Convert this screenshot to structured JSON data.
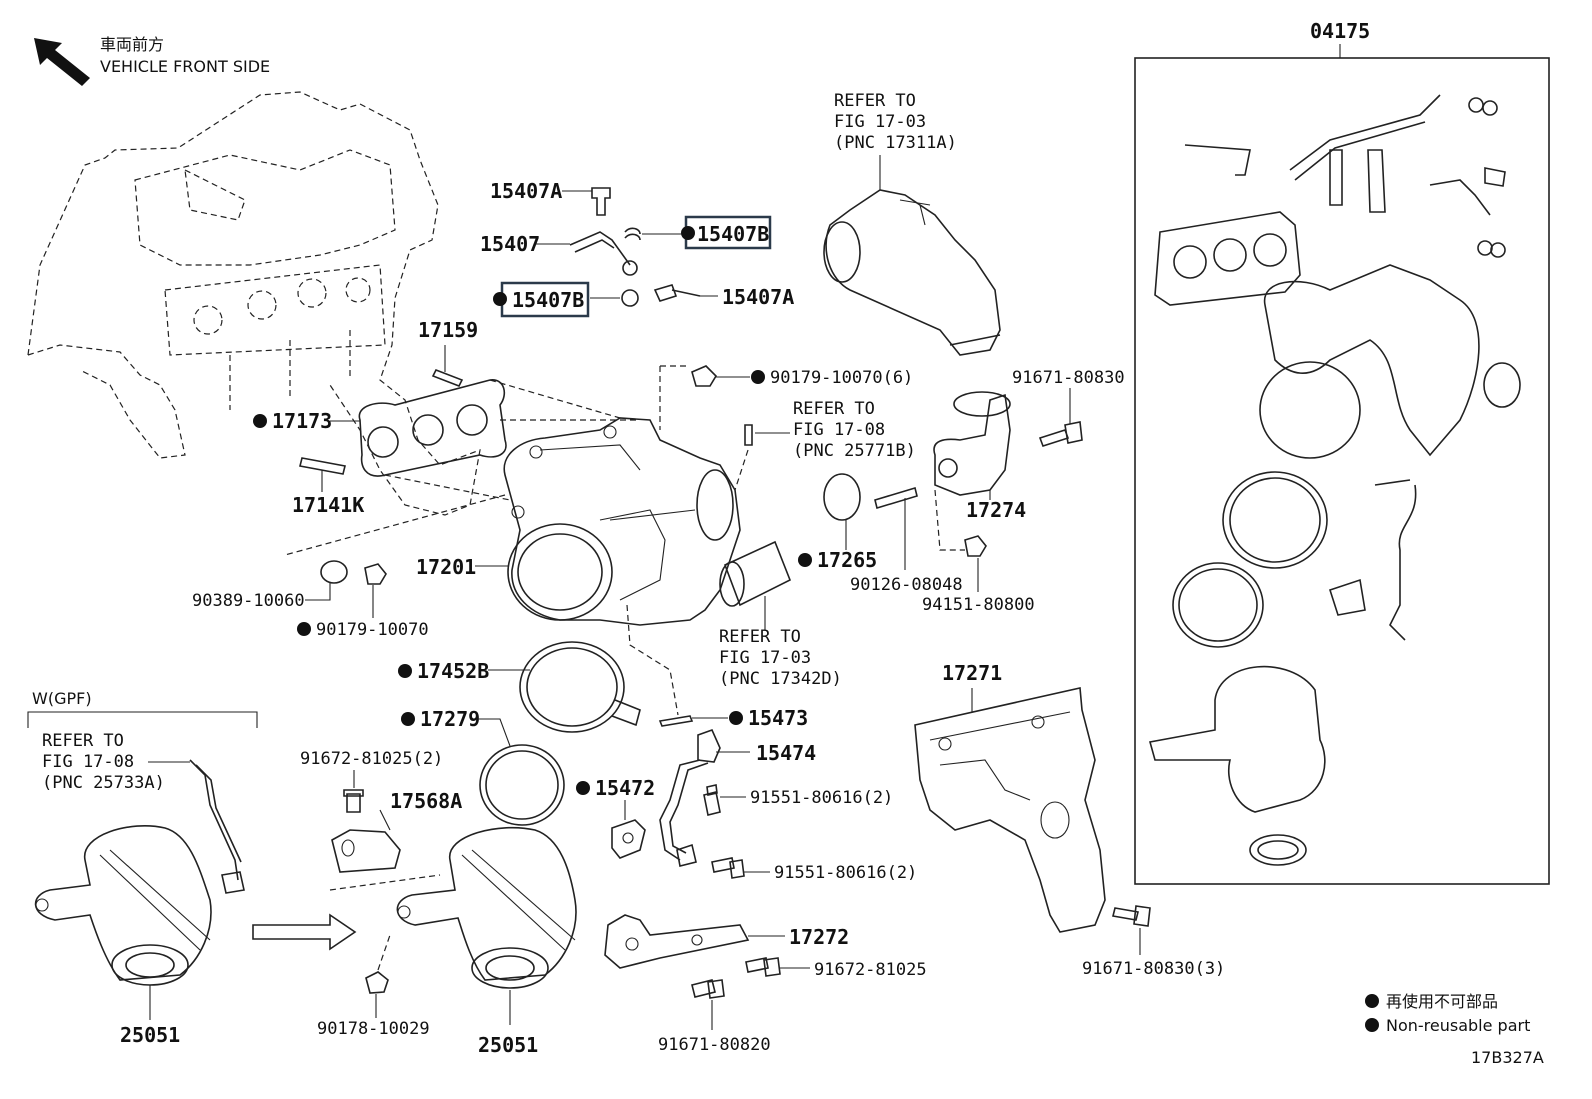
{
  "header": {
    "arrow_text_jp": "車両前方",
    "arrow_text_en": "VEHICLE FRONT SIDE",
    "icon": "arrow-up-left-icon"
  },
  "labels": {
    "kit_04175": "04175",
    "p15407A_top": "15407A",
    "p15407": "15407",
    "p15407B_top": "15407B",
    "p15407B_left": "15407B",
    "p15407A_right": "15407A",
    "p17159": "17159",
    "p17173": "17173",
    "p17141K": "17141K",
    "p90179_10070_6": "90179-10070(6)",
    "p17201": "17201",
    "p90389_10060": "90389-10060",
    "p90179_10070": "90179-10070",
    "p17452B": "17452B",
    "p17279": "17279",
    "p15473": "15473",
    "p15474": "15474",
    "p15472": "15472",
    "p91551_80616_a": "91551-80616(2)",
    "p91551_80616_b": "91551-80616(2)",
    "p91672_81025_2": "91672-81025(2)",
    "p17568A": "17568A",
    "p17272": "17272",
    "p91672_81025": "91672-81025",
    "p91671_80820": "91671-80820",
    "p90178_10029": "90178-10029",
    "p25051_left": "25051",
    "p25051_right": "25051",
    "p17265": "17265",
    "p90126_08048": "90126-08048",
    "p94151_80800": "94151-80800",
    "p17274": "17274",
    "p91671_80830": "91671-80830",
    "p17271": "17271",
    "p91671_80830_3": "91671-80830(3)",
    "wgpf": "W(GPF)"
  },
  "refer": {
    "r1_l1": "REFER TO",
    "r1_l2": "FIG 17-03",
    "r1_l3": "(PNC 17311A)",
    "r2_l1": "REFER TO",
    "r2_l2": "FIG 17-08",
    "r2_l3": "(PNC 25771B)",
    "r3_l1": "REFER TO",
    "r3_l2": "FIG 17-03",
    "r3_l3": "(PNC 17342D)",
    "r4_l1": "REFER TO",
    "r4_l2": "FIG 17-08",
    "r4_l3": "(PNC 25733A)"
  },
  "legend": {
    "jp": "再使用不可部品",
    "en": "Non-reusable part"
  },
  "figure_code": "17B327A"
}
